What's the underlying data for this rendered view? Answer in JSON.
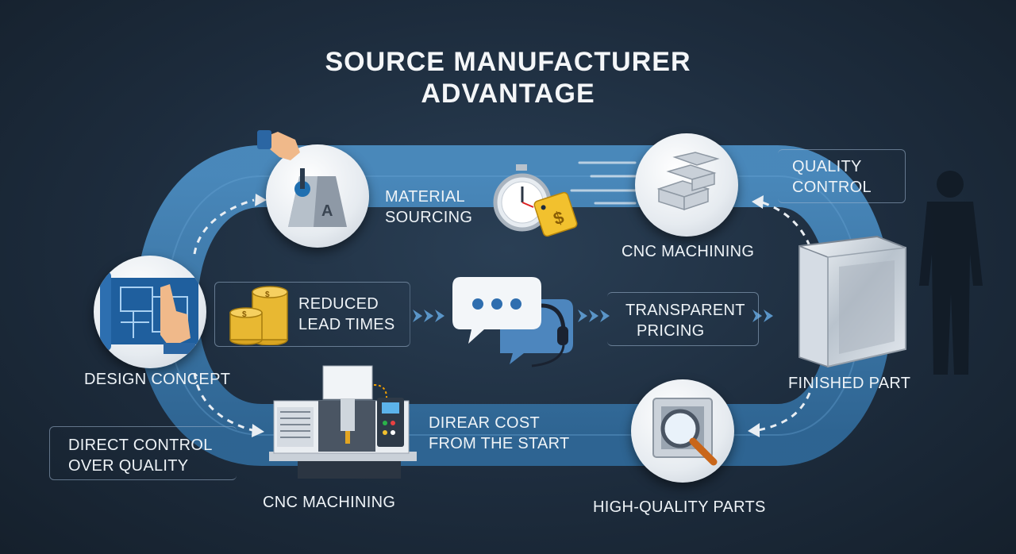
{
  "title_line1": "SOURCE MANUFACTURER",
  "title_line2": "ADVANTAGE",
  "labels": {
    "material_sourcing": [
      "MATERIAL",
      "SOURCING"
    ],
    "quality_control": [
      "QUALITY",
      "CONTROL"
    ],
    "cnc_machining_top": "CNC MACHINING",
    "reduced_lead_times": [
      "REDUCED",
      "LEAD TIMES"
    ],
    "transparent_pricing": [
      "TRANSPARENT",
      "PRICING"
    ],
    "design_concept": "DESIGN CONCEPT",
    "finished_part": "FINISHED PART",
    "direct_control": [
      "DIRECT CONTROL",
      "OVER QUALITY"
    ],
    "direct_cost": [
      "DIREAR COST",
      "FROM THE START"
    ],
    "cnc_machining_bottom": "CNC MACHINING",
    "high_quality_parts": "HIGH-QUALITY PARTS"
  },
  "colors": {
    "background": "#1d2c3d",
    "loop_band": "#3f7fb3",
    "coin_gold": "#e8b832",
    "price_tag": "#f2c12e",
    "speech_bubble": "#4d86be"
  }
}
